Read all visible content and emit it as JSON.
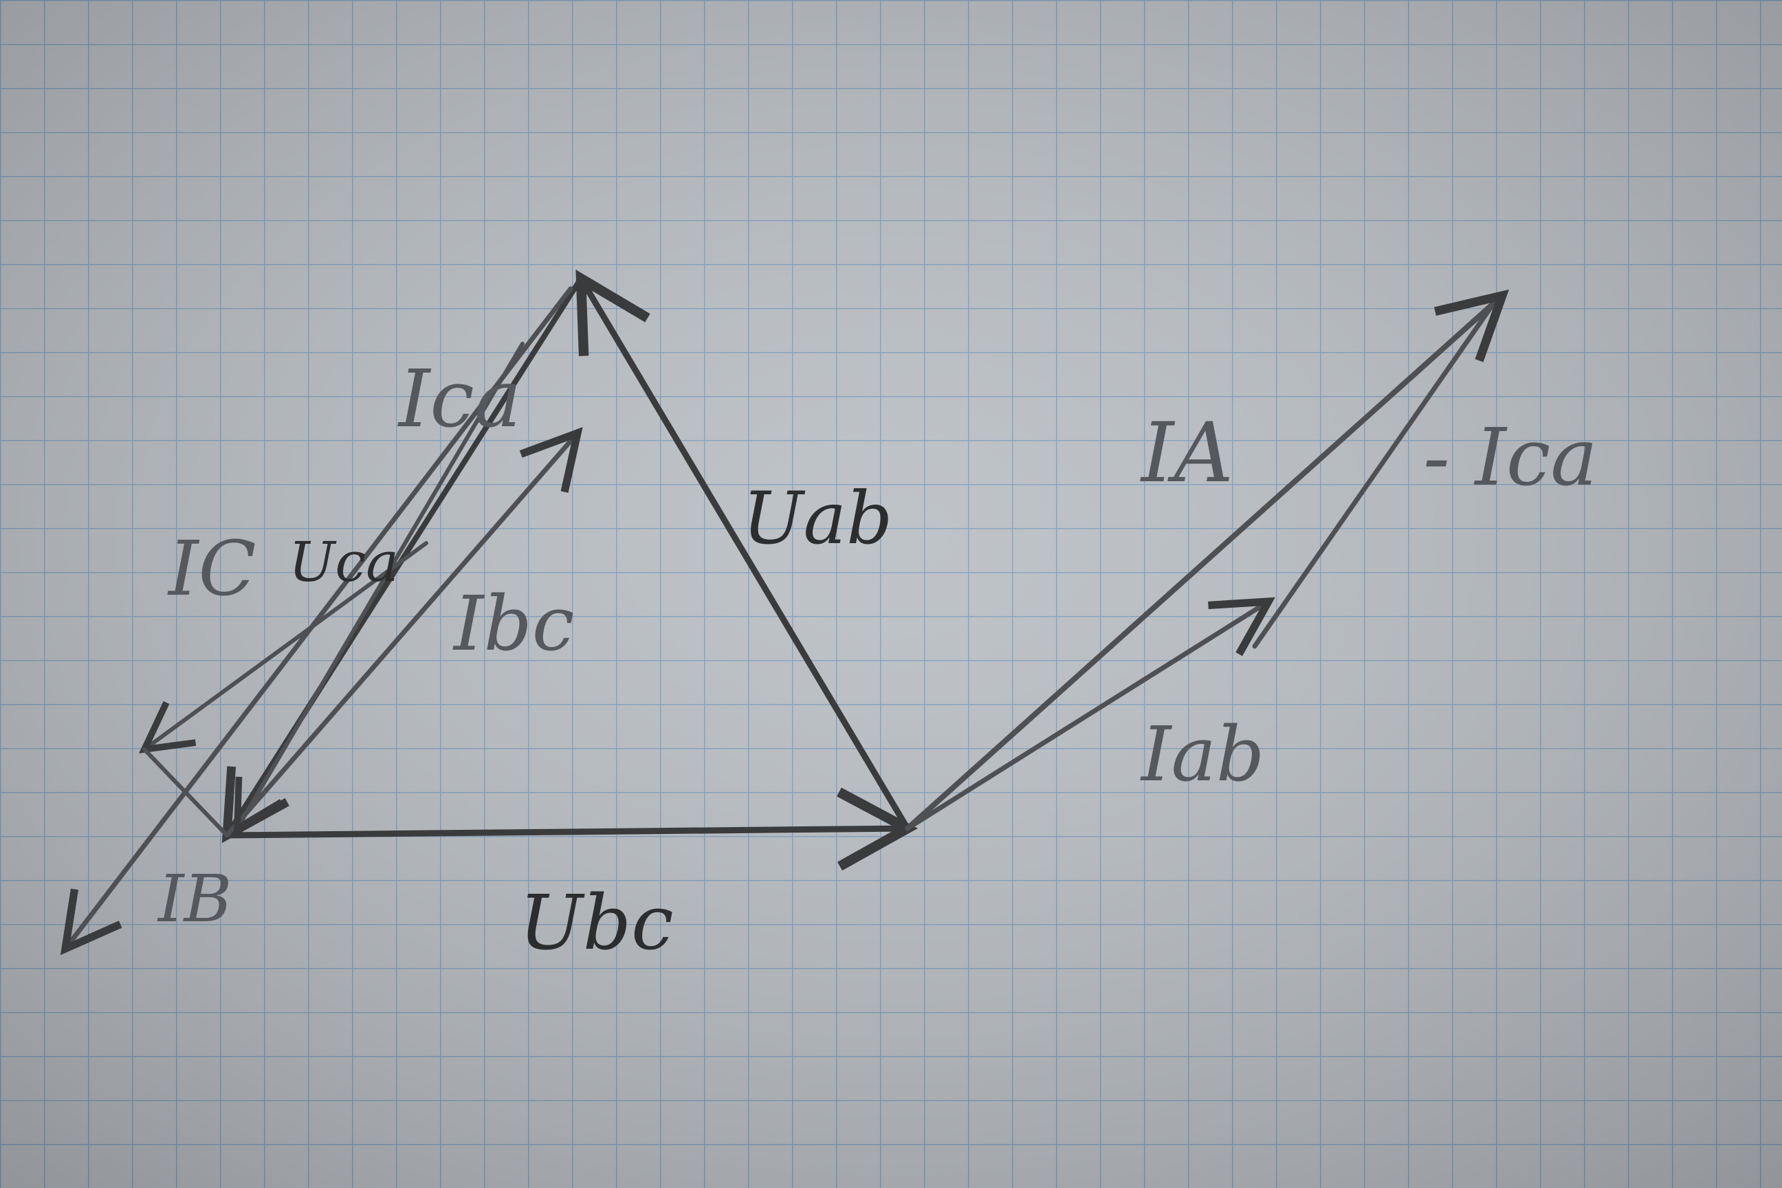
{
  "diagram": {
    "description_visible": "hand-drawn phasor (vector) diagram on graph paper",
    "labels": {
      "U_bc": "Ubc",
      "U_ab": "Uab",
      "U_ca": "Uca",
      "I_ca": "Ica",
      "I_bc": "Ibc",
      "I_ab": "Iab",
      "I_A": "IA",
      "I_C": "IC",
      "I_B": "IB",
      "minus_I_ca": "- Ica"
    },
    "colors": {
      "paper": "#b9bec3",
      "grid": "#6f93b8",
      "pencil": "#3a3b3d"
    }
  }
}
